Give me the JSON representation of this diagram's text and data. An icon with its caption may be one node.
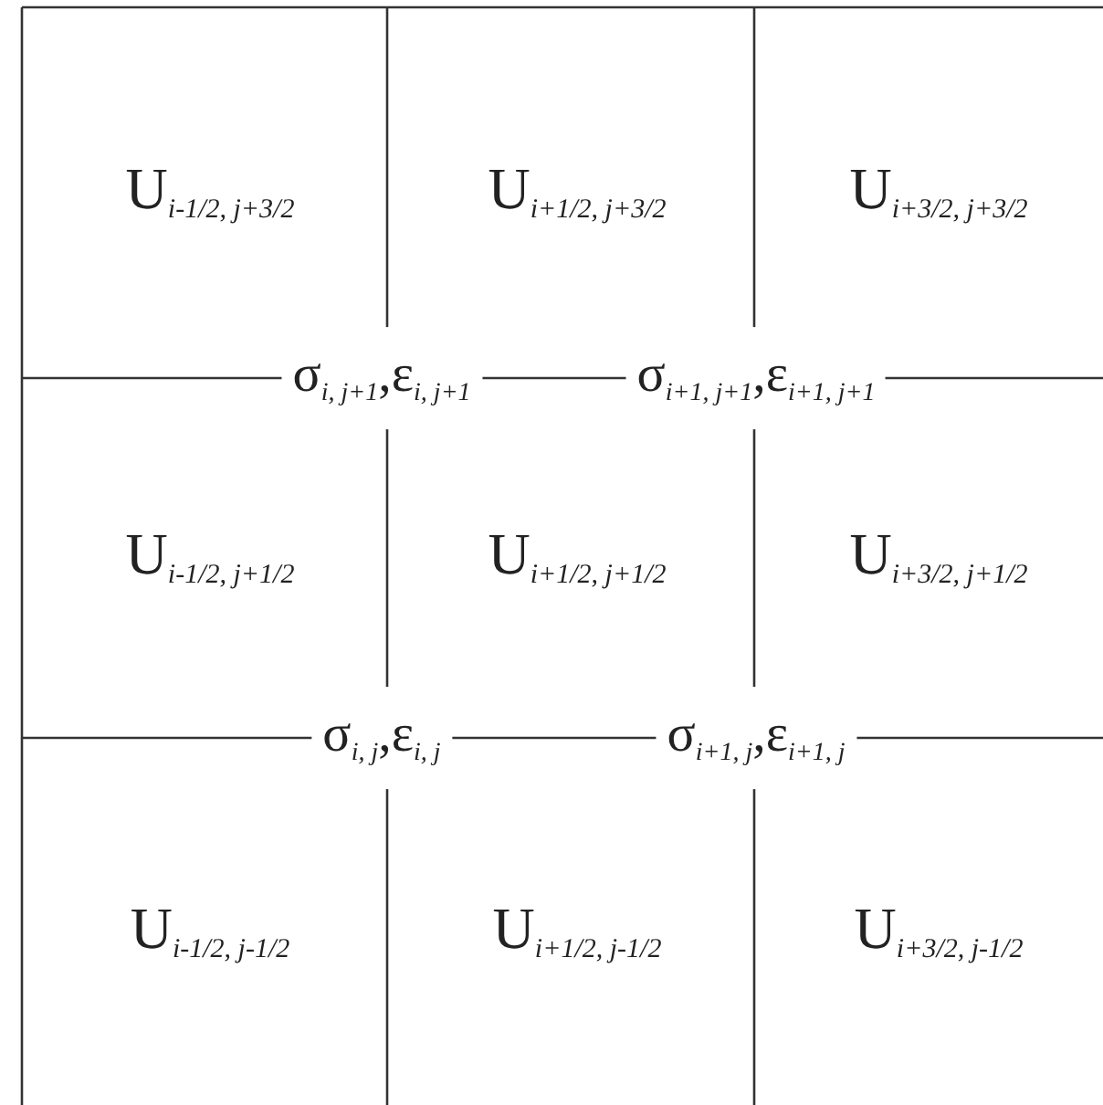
{
  "diagram": {
    "labels": [
      "U$_{i-1/2, j+3/2}$",
      "U$_{i+1/2, j+3/2}$",
      "U$_{i+3/2, j+3/2}$",
      "σ$_{i, j+1}$,ε$_{i, j+1}$",
      "σ$_{i+1, j+1}$,ε$_{i+1, j+1}$",
      "U$_{i-1/2, j+1/2}$",
      "U$_{i+1/2, j+1/2}$",
      "U$_{i+3/2, j+1/2}$",
      "σ$_{i, j}$,ε$_{i, j}$",
      "σ$_{i+1, j}$,ε$_{i+1, j}$",
      "U$_{i-1/2, j-1/2}$",
      "U$_{i+1/2, j-1/2}$",
      "U$_{i+3/2, j-1/2}$"
    ]
  }
}
